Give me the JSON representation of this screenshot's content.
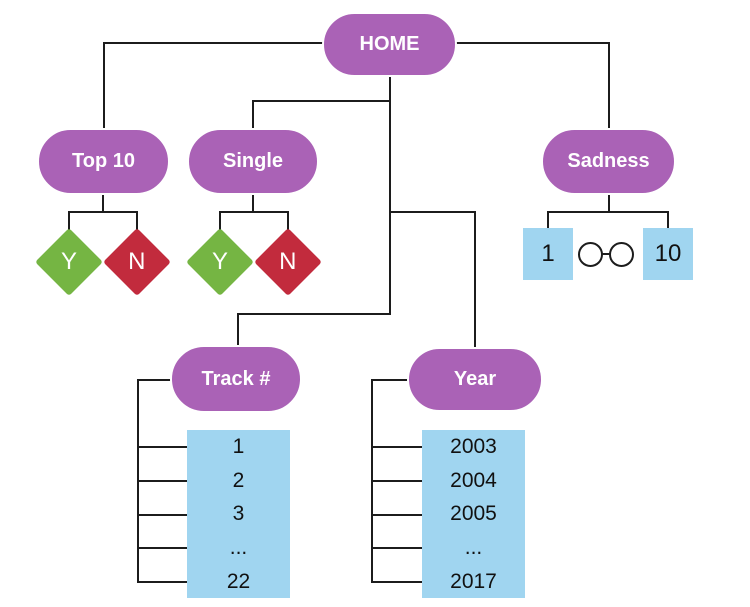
{
  "palette": {
    "node_fill": "#aa62b6",
    "node_text": "#ffffff",
    "yes_fill": "#75b543",
    "no_fill": "#c22b3d",
    "option_fill": "#a0d5f0",
    "option_text": "#111111",
    "line": "#1c1c1c"
  },
  "root": {
    "label": "HOME"
  },
  "top10": {
    "label": "Top 10",
    "yes": "Y",
    "no": "N"
  },
  "single": {
    "label": "Single",
    "yes": "Y",
    "no": "N"
  },
  "sadness": {
    "label": "Sadness",
    "min": "1",
    "max": "10"
  },
  "track": {
    "label": "Track #",
    "items": [
      "1",
      "2",
      "3",
      "...",
      "22"
    ]
  },
  "year": {
    "label": "Year",
    "items": [
      "2003",
      "2004",
      "2005",
      "...",
      "2017"
    ]
  }
}
